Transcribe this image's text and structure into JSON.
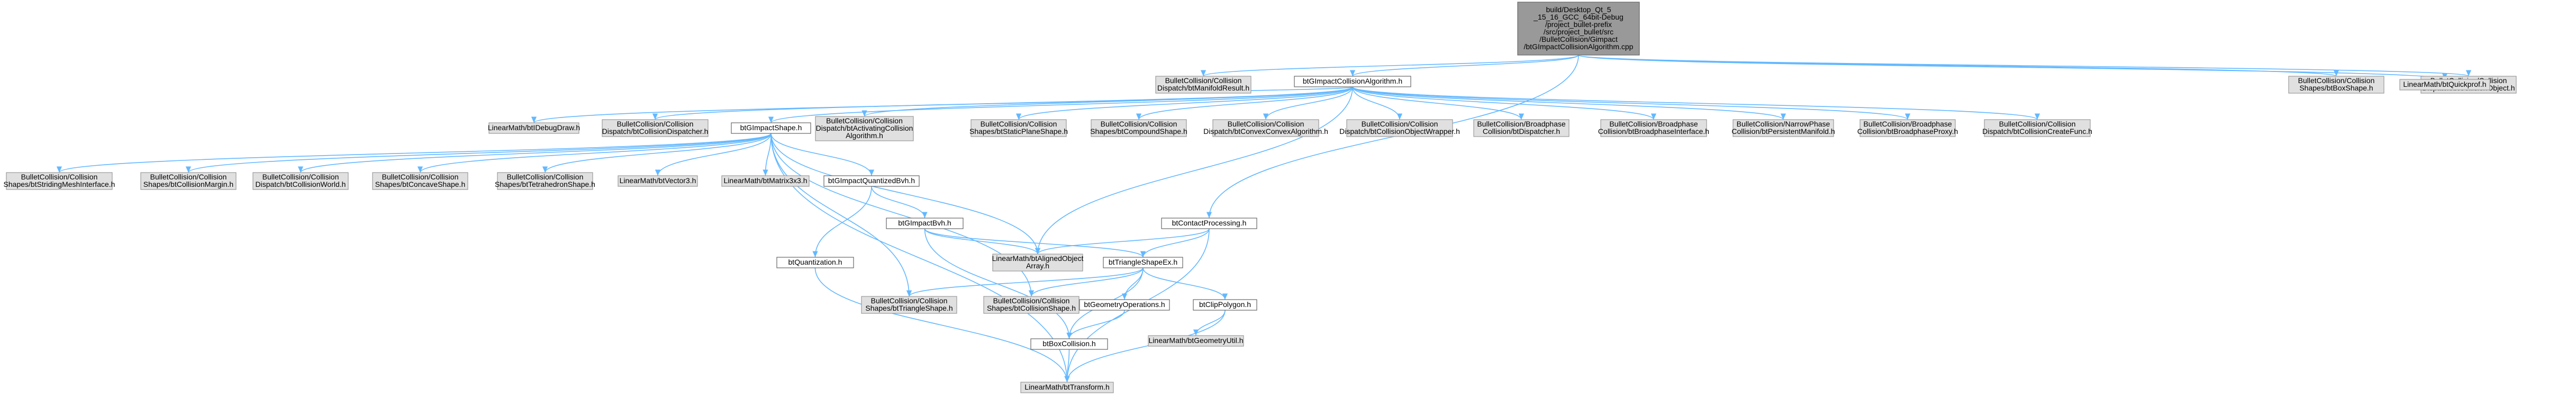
{
  "colors": {
    "edge": "#63b8ff",
    "root_fill": "#999999",
    "external_fill": "#e0e0e0",
    "internal_fill": "#ffffff",
    "border": "#666666"
  },
  "nodes": [
    {
      "id": "root",
      "kind": "root",
      "lines": [
        "build/Desktop_Qt_5",
        "_15_16_GCC_64bit-Debug",
        "/project_bullet-prefix",
        "/src/project_bullet/src",
        "/BulletCollision/Gimpact",
        "/btGImpactCollisionAlgorithm.cpp"
      ]
    },
    {
      "id": "manifold_result",
      "kind": "ext",
      "lines": [
        "BulletCollision/Collision",
        "Dispatch/btManifoldResult.h"
      ]
    },
    {
      "id": "algo_h",
      "kind": "int",
      "lines": [
        "btGImpactCollisionAlgorithm.h"
      ]
    },
    {
      "id": "collision_object",
      "kind": "ext",
      "lines": [
        "BulletCollision/Collision",
        "Dispatch/btCollisionObject.h"
      ]
    },
    {
      "id": "box_shape",
      "kind": "ext",
      "lines": [
        "BulletCollision/Collision",
        "Shapes/btBoxShape.h"
      ]
    },
    {
      "id": "quickprof",
      "kind": "ext",
      "lines": [
        "LinearMath/btQuickprof.h"
      ]
    },
    {
      "id": "debug_draw",
      "kind": "ext",
      "lines": [
        "LinearMath/btIDebugDraw.h"
      ]
    },
    {
      "id": "collision_dispatcher",
      "kind": "ext",
      "lines": [
        "BulletCollision/Collision",
        "Dispatch/btCollisionDispatcher.h"
      ]
    },
    {
      "id": "gimpact_shape",
      "kind": "int",
      "lines": [
        "btGImpactShape.h"
      ]
    },
    {
      "id": "activating_algo",
      "kind": "ext",
      "lines": [
        "BulletCollision/Collision",
        "Dispatch/btActivatingCollision",
        "Algorithm.h"
      ]
    },
    {
      "id": "static_plane",
      "kind": "ext",
      "lines": [
        "BulletCollision/Collision",
        "Shapes/btStaticPlaneShape.h"
      ]
    },
    {
      "id": "compound_shape",
      "kind": "ext",
      "lines": [
        "BulletCollision/Collision",
        "Shapes/btCompoundShape.h"
      ]
    },
    {
      "id": "convex_convex",
      "kind": "ext",
      "lines": [
        "BulletCollision/Collision",
        "Dispatch/btConvexConvexAlgorithm.h"
      ]
    },
    {
      "id": "object_wrapper",
      "kind": "ext",
      "lines": [
        "BulletCollision/Collision",
        "Dispatch/btCollisionObjectWrapper.h"
      ]
    },
    {
      "id": "dispatcher",
      "kind": "ext",
      "lines": [
        "BulletCollision/Broadphase",
        "Collision/btDispatcher.h"
      ]
    },
    {
      "id": "broadphase_iface",
      "kind": "ext",
      "lines": [
        "BulletCollision/Broadphase",
        "Collision/btBroadphaseInterface.h"
      ]
    },
    {
      "id": "persistent_manifold",
      "kind": "ext",
      "lines": [
        "BulletCollision/NarrowPhase",
        "Collision/btPersistentManifold.h"
      ]
    },
    {
      "id": "broadphase_proxy",
      "kind": "ext",
      "lines": [
        "BulletCollision/Broadphase",
        "Collision/btBroadphaseProxy.h"
      ]
    },
    {
      "id": "create_func",
      "kind": "ext",
      "lines": [
        "BulletCollision/Collision",
        "Dispatch/btCollisionCreateFunc.h"
      ]
    },
    {
      "id": "striding_mesh",
      "kind": "ext",
      "lines": [
        "BulletCollision/Collision",
        "Shapes/btStridingMeshInterface.h"
      ]
    },
    {
      "id": "collision_margin",
      "kind": "ext",
      "lines": [
        "BulletCollision/Collision",
        "Shapes/btCollisionMargin.h"
      ]
    },
    {
      "id": "collision_world",
      "kind": "ext",
      "lines": [
        "BulletCollision/Collision",
        "Dispatch/btCollisionWorld.h"
      ]
    },
    {
      "id": "concave_shape",
      "kind": "ext",
      "lines": [
        "BulletCollision/Collision",
        "Shapes/btConcaveShape.h"
      ]
    },
    {
      "id": "tetrahedron",
      "kind": "ext",
      "lines": [
        "BulletCollision/Collision",
        "Shapes/btTetrahedronShape.h"
      ]
    },
    {
      "id": "vector3",
      "kind": "ext",
      "lines": [
        "LinearMath/btVector3.h"
      ]
    },
    {
      "id": "matrix3x3",
      "kind": "ext",
      "lines": [
        "LinearMath/btMatrix3x3.h"
      ]
    },
    {
      "id": "quantized_bvh",
      "kind": "int",
      "lines": [
        "btGImpactQuantizedBvh.h"
      ]
    },
    {
      "id": "contact_processing",
      "kind": "int",
      "lines": [
        "btContactProcessing.h"
      ]
    },
    {
      "id": "gimpact_bvh",
      "kind": "int",
      "lines": [
        "btGImpactBvh.h"
      ]
    },
    {
      "id": "aligned_array",
      "kind": "ext",
      "lines": [
        "LinearMath/btAlignedObject",
        "Array.h"
      ]
    },
    {
      "id": "triangle_shape_ex",
      "kind": "int",
      "lines": [
        "btTriangleShapeEx.h"
      ]
    },
    {
      "id": "quantization",
      "kind": "int",
      "lines": [
        "btQuantization.h"
      ]
    },
    {
      "id": "triangle_shape",
      "kind": "ext",
      "lines": [
        "BulletCollision/Collision",
        "Shapes/btTriangleShape.h"
      ]
    },
    {
      "id": "collision_shape",
      "kind": "ext",
      "lines": [
        "BulletCollision/Collision",
        "Shapes/btCollisionShape.h"
      ]
    },
    {
      "id": "geometry_ops",
      "kind": "int",
      "lines": [
        "btGeometryOperations.h"
      ]
    },
    {
      "id": "clip_polygon",
      "kind": "int",
      "lines": [
        "btClipPolygon.h"
      ]
    },
    {
      "id": "geometry_util",
      "kind": "ext",
      "lines": [
        "LinearMath/btGeometryUtil.h"
      ]
    },
    {
      "id": "box_collision",
      "kind": "int",
      "lines": [
        "btBoxCollision.h"
      ]
    },
    {
      "id": "transform",
      "kind": "ext",
      "lines": [
        "LinearMath/btTransform.h"
      ]
    }
  ],
  "edges": [
    [
      "root",
      "manifold_result"
    ],
    [
      "root",
      "algo_h"
    ],
    [
      "root",
      "collision_object"
    ],
    [
      "root",
      "box_shape"
    ],
    [
      "root",
      "quickprof"
    ],
    [
      "root",
      "contact_processing"
    ],
    [
      "algo_h",
      "debug_draw"
    ],
    [
      "algo_h",
      "collision_dispatcher"
    ],
    [
      "algo_h",
      "gimpact_shape"
    ],
    [
      "algo_h",
      "activating_algo"
    ],
    [
      "algo_h",
      "static_plane"
    ],
    [
      "algo_h",
      "compound_shape"
    ],
    [
      "algo_h",
      "convex_convex"
    ],
    [
      "algo_h",
      "object_wrapper"
    ],
    [
      "algo_h",
      "dispatcher"
    ],
    [
      "algo_h",
      "broadphase_iface"
    ],
    [
      "algo_h",
      "persistent_manifold"
    ],
    [
      "algo_h",
      "broadphase_proxy"
    ],
    [
      "algo_h",
      "create_func"
    ],
    [
      "algo_h",
      "manifold_result"
    ],
    [
      "algo_h",
      "aligned_array"
    ],
    [
      "gimpact_shape",
      "striding_mesh"
    ],
    [
      "gimpact_shape",
      "collision_margin"
    ],
    [
      "gimpact_shape",
      "collision_world"
    ],
    [
      "gimpact_shape",
      "concave_shape"
    ],
    [
      "gimpact_shape",
      "tetrahedron"
    ],
    [
      "gimpact_shape",
      "vector3"
    ],
    [
      "gimpact_shape",
      "matrix3x3"
    ],
    [
      "gimpact_shape",
      "quantized_bvh"
    ],
    [
      "gimpact_shape",
      "aligned_array"
    ],
    [
      "gimpact_shape",
      "triangle_shape"
    ],
    [
      "gimpact_shape",
      "collision_shape"
    ],
    [
      "gimpact_shape",
      "transform"
    ],
    [
      "quantized_bvh",
      "gimpact_bvh"
    ],
    [
      "quantized_bvh",
      "quantization"
    ],
    [
      "gimpact_bvh",
      "aligned_array"
    ],
    [
      "gimpact_bvh",
      "triangle_shape_ex"
    ],
    [
      "gimpact_bvh",
      "box_collision"
    ],
    [
      "contact_processing",
      "aligned_array"
    ],
    [
      "contact_processing",
      "triangle_shape_ex"
    ],
    [
      "contact_processing",
      "transform"
    ],
    [
      "triangle_shape_ex",
      "triangle_shape"
    ],
    [
      "triangle_shape_ex",
      "collision_shape"
    ],
    [
      "triangle_shape_ex",
      "geometry_ops"
    ],
    [
      "triangle_shape_ex",
      "clip_polygon"
    ],
    [
      "triangle_shape_ex",
      "box_collision"
    ],
    [
      "geometry_ops",
      "box_collision"
    ],
    [
      "clip_polygon",
      "geometry_util"
    ],
    [
      "clip_polygon",
      "transform"
    ],
    [
      "box_collision",
      "transform"
    ],
    [
      "quantization",
      "transform"
    ]
  ]
}
